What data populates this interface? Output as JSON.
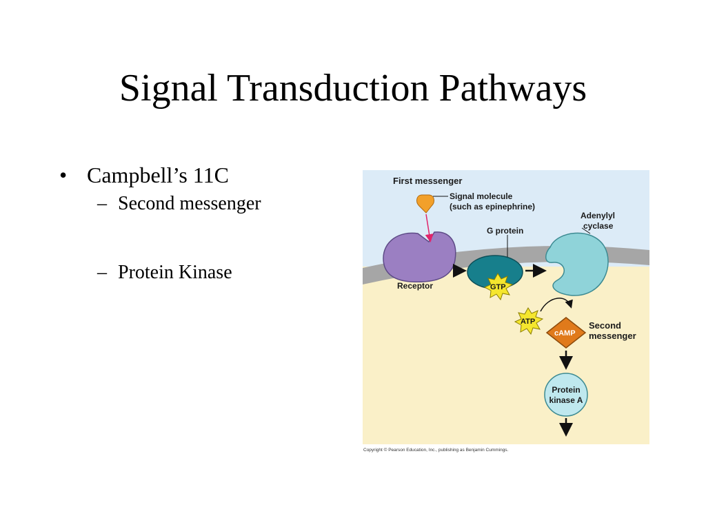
{
  "slide": {
    "title": "Signal Transduction Pathways",
    "bullets": [
      {
        "text": "Campbell’s 11C",
        "subitems": [
          {
            "text": "Second messenger"
          },
          {
            "text": "Protein Kinase"
          }
        ]
      }
    ]
  },
  "diagram": {
    "labels": {
      "first_messenger": "First messenger",
      "signal_molecule_line1": "Signal molecule",
      "signal_molecule_line2": "(such as epinephrine)",
      "g_protein": "G protein",
      "adenylyl_line1": "Adenylyl",
      "adenylyl_line2": "cyclase",
      "receptor": "Receptor",
      "gtp": "GTP",
      "atp": "ATP",
      "camp": "cAMP",
      "second_messenger_line1": "Second",
      "second_messenger_line2": "messenger",
      "protein_kinase_line1": "Protein",
      "protein_kinase_line2": "kinase A"
    },
    "copyright": "Copyright © Pearson Education, Inc., publishing as Benjamin Cummings.",
    "colors": {
      "extracellular": "#dcebf7",
      "cytoplasm": "#faf0c8",
      "membrane": "#a6a6a6",
      "receptor": "#9b7fc2",
      "g_protein": "#177f8c",
      "adenylyl_cyclase": "#8fd3d9",
      "signal_molecule": "#f2a02a",
      "camp": "#e07a1b",
      "atp_gtp_star": "#f5e62e",
      "protein_kinase": "#bfe8ee",
      "arrow_signal": "#e0246a"
    }
  }
}
